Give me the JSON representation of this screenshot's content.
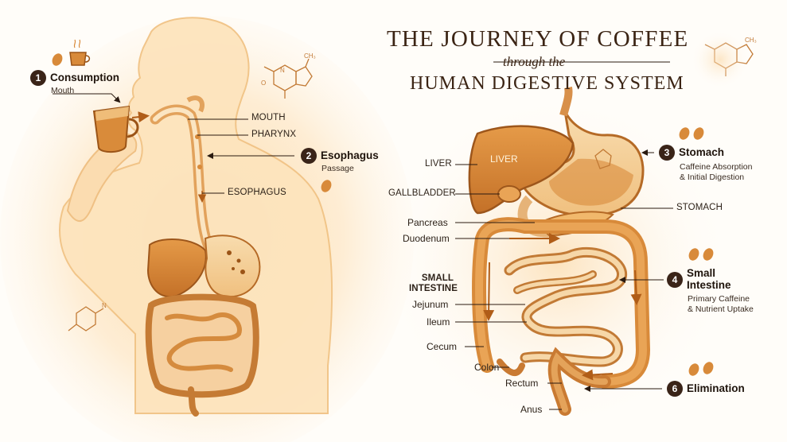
{
  "title": {
    "line1": "THE JOURNEY OF COFFEE",
    "line2": "through the",
    "line3": "HUMAN DIGESTIVE SYSTEM"
  },
  "left_labels": {
    "mouth": "MOUTH",
    "pharynx": "PHARYNX",
    "esophagus": "ESOPHAGUS"
  },
  "right_labels": {
    "liver_on_organ": "LIVER",
    "liver": "LIVER",
    "gallbladder": "GALLBLADDER",
    "pancreas": "Pancreas",
    "duodenum": "Duodenum",
    "small_intestine": "SMALL\nINTESTINE",
    "jejunum": "Jejunum",
    "ileum": "Ileum",
    "cecum": "Cecum",
    "colon": "Colon",
    "rectum": "Rectum",
    "anus": "Anus",
    "stomach": "STOMACH"
  },
  "callouts": [
    {
      "number": "1",
      "title": "Consumption",
      "subtitle": "Mouth"
    },
    {
      "number": "2",
      "title": "Esophagus",
      "subtitle": "Passage"
    },
    {
      "number": "3",
      "title": "Stomach",
      "subtitle": "Caffeine Absorption\n& Initial Digestion"
    },
    {
      "number": "4",
      "title": "Small\nIntestine",
      "subtitle": "Primary Caffeine\n& Nutrient Uptake"
    },
    {
      "number": "6",
      "title": "Elimination",
      "subtitle": ""
    }
  ],
  "molecule_labels": {
    "ch3": "CH₃",
    "n": "N",
    "o": "O"
  },
  "icons": [
    "coffee-bean-icon",
    "coffee-cup-icon",
    "caffeine-molecule-icon",
    "arrow-icon"
  ],
  "colors": {
    "background": "#fffdf9",
    "glow": "#fbd9a0",
    "organ_orange": "#d88a3a",
    "organ_light": "#f3c98d",
    "outline": "#b56a26",
    "text_dark": "#2a1a10",
    "badge": "#3a2418"
  }
}
